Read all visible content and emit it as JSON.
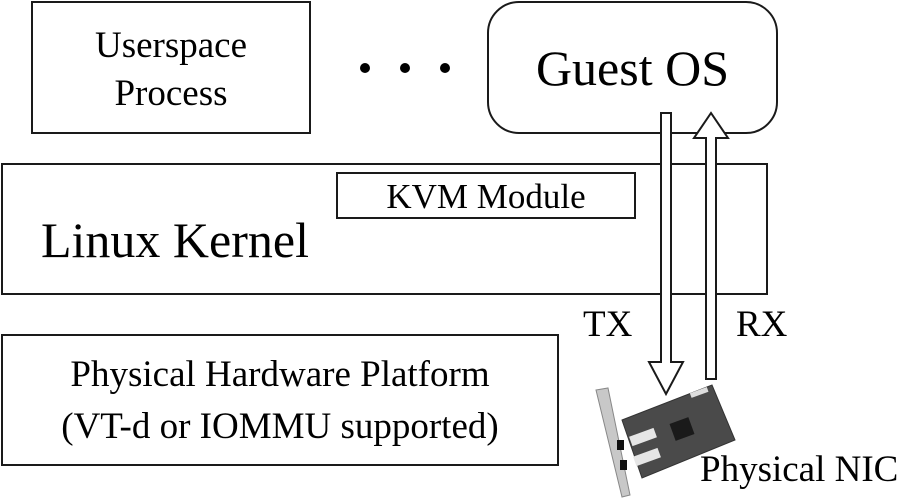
{
  "diagram": {
    "userspace": {
      "line1": "Userspace",
      "line2": "Process"
    },
    "ellipsis": "• • •",
    "guest_os": {
      "label": "Guest OS"
    },
    "kernel": {
      "label": "Linux Kernel"
    },
    "kvm_module": {
      "label": "KVM Module"
    },
    "hardware": {
      "line1": "Physical Hardware Platform",
      "line2": "(VT-d or IOMMU supported)"
    },
    "tx_label": "TX",
    "rx_label": "RX",
    "nic_label": "Physical NIC",
    "colors": {
      "stroke": "#1a1a1a",
      "nic_board": "#4a4a4a",
      "nic_bracket": "#c8c8c8"
    }
  }
}
